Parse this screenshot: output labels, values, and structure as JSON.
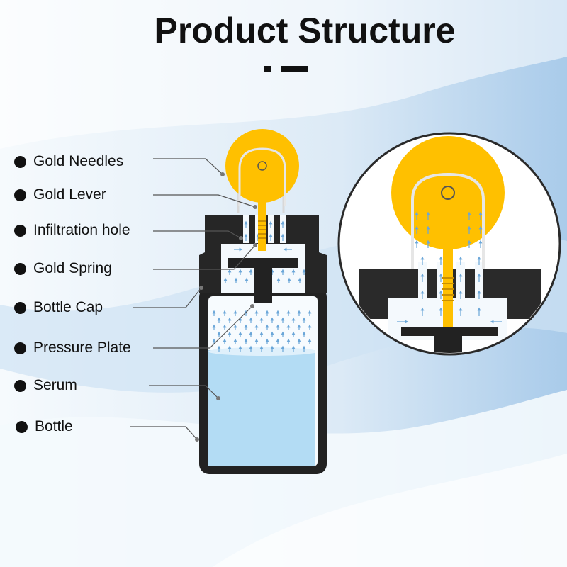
{
  "title": "Product Structure",
  "labels": [
    "Gold Needles",
    "Gold Lever",
    "Infiltration hole",
    "Gold Spring",
    "Bottle Cap",
    "Pressure Plate",
    "Serum",
    "Bottle"
  ],
  "colors": {
    "gold": "#ffc000",
    "cap": "#242424",
    "serum": "#b3dcf4",
    "arrow": "#6aa6d8",
    "background": "#e8f2fa",
    "wave": "#bcd9f0"
  },
  "icons": [
    "bullet-dot-icon",
    "leader-line",
    "magnifier-inset"
  ]
}
